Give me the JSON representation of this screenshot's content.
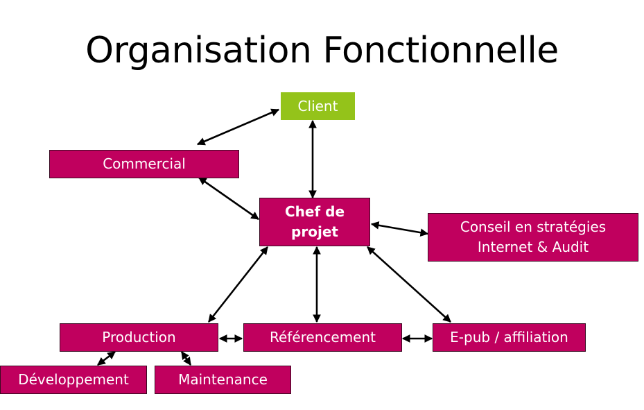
{
  "title": "Organisation Fonctionnelle",
  "colors": {
    "box": "#c0005e",
    "client": "#94c31a",
    "text": "#ffffff",
    "arrow": "#000000"
  },
  "nodes": {
    "client": "Client",
    "commercial": "Commercial",
    "chef_line1": "Chef de",
    "chef_line2": "projet",
    "conseil_line1": "Conseil en stratégies",
    "conseil_line2": "Internet & Audit",
    "production": "Production",
    "referencement": "Référencement",
    "epub": "E-pub / affiliation",
    "developpement": "Développement",
    "maintenance": "Maintenance"
  }
}
